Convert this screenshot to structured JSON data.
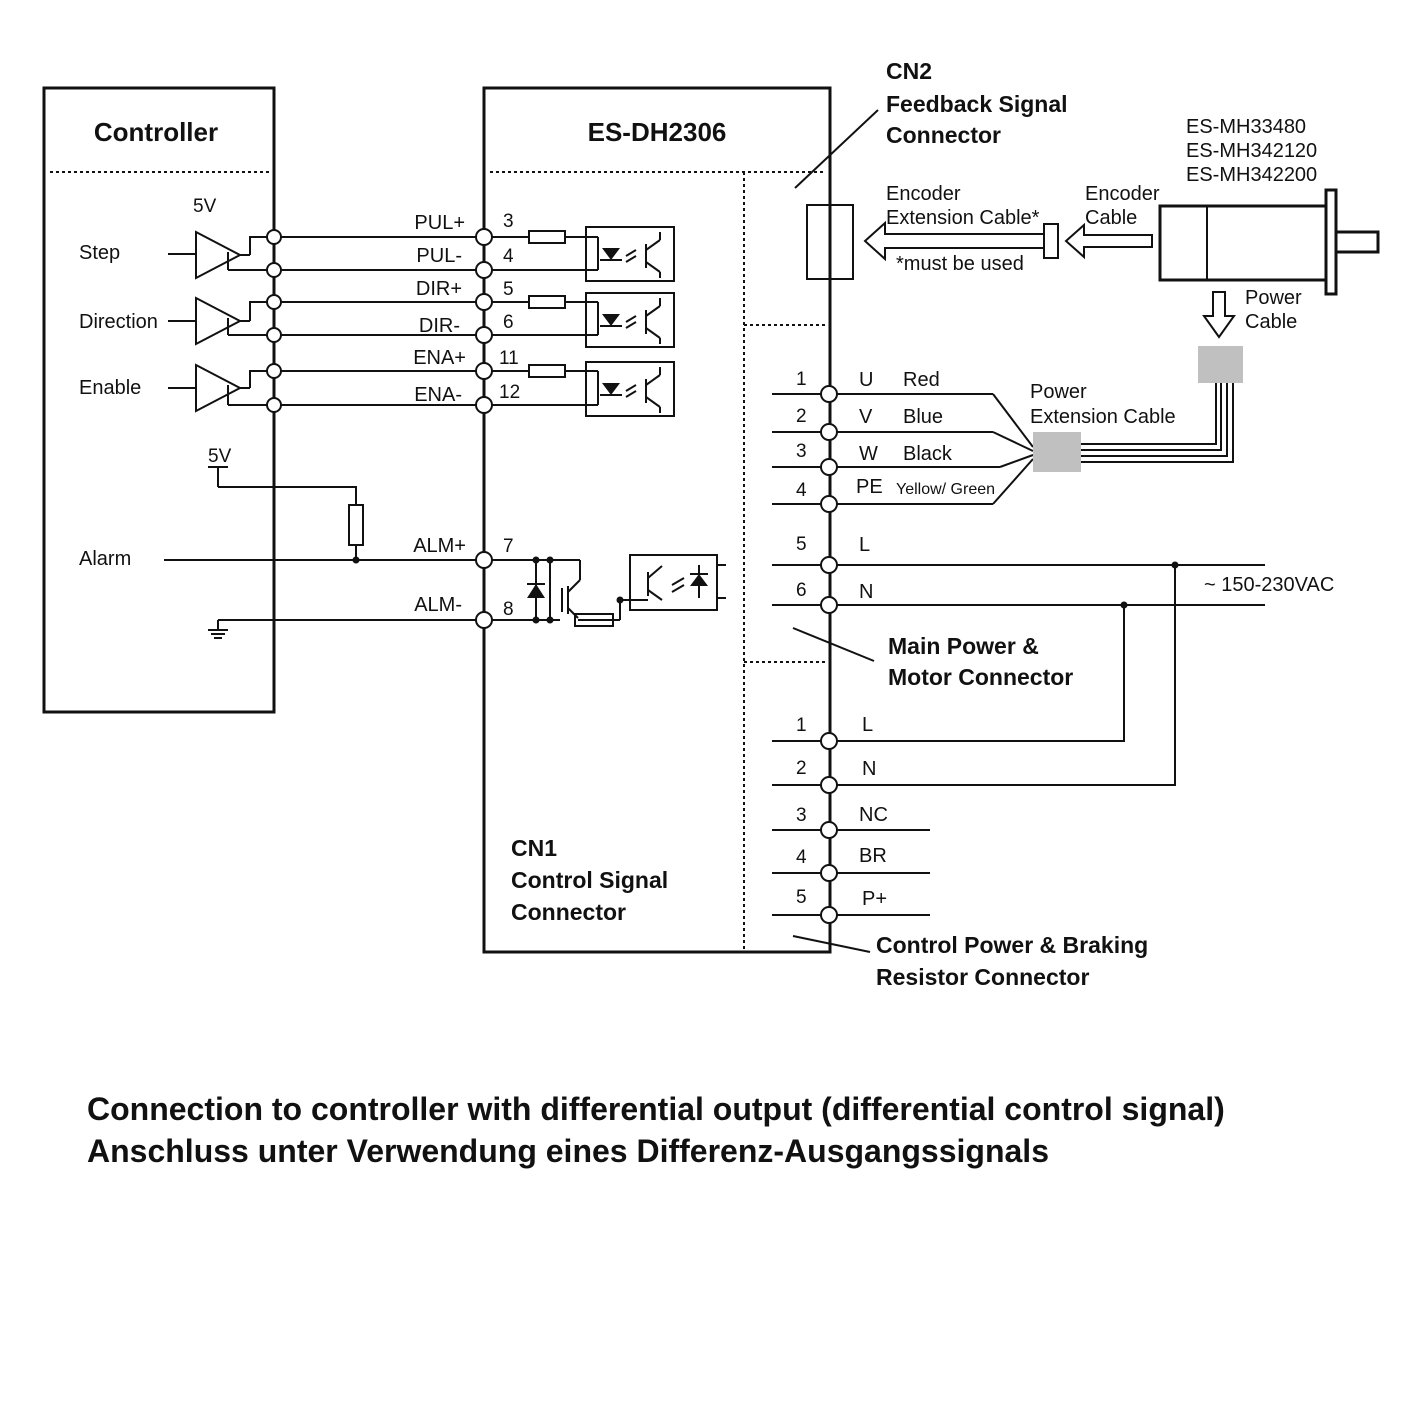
{
  "controller": {
    "title": "Controller",
    "supply": "5V",
    "step": "Step",
    "direction": "Direction",
    "enable": "Enable",
    "alarm_supply": "5V",
    "alarm": "Alarm"
  },
  "driver": {
    "title": "ES-DH2306",
    "cn1": {
      "title": "CN1",
      "name_line1": "Control Signal",
      "name_line2": "Connector",
      "signals": [
        "PUL+",
        "PUL-",
        "DIR+",
        "DIR-",
        "ENA+",
        "ENA-",
        "ALM+",
        "ALM-"
      ],
      "pins": [
        "3",
        "4",
        "5",
        "6",
        "11",
        "12",
        "7",
        "8"
      ]
    }
  },
  "cn2": {
    "title": "CN2",
    "name_line1": "Feedback Signal",
    "name_line2": "Connector",
    "ext_line1": "Encoder",
    "ext_line2": "Extension Cable*",
    "enc_line1": "Encoder",
    "enc_line2": "Cable",
    "note": "*must be used"
  },
  "motor": {
    "models": [
      "ES-MH33480",
      "ES-MH342120",
      "ES-MH342200"
    ],
    "power_line1": "Power",
    "power_line2": "Cable"
  },
  "main_power": {
    "pins": [
      {
        "num": "1",
        "sig": "U",
        "color": "Red"
      },
      {
        "num": "2",
        "sig": "V",
        "color": "Blue"
      },
      {
        "num": "3",
        "sig": "W",
        "color": "Black"
      },
      {
        "num": "4",
        "sig": "PE",
        "color": "Yellow/ Green"
      },
      {
        "num": "5",
        "sig": "L",
        "color": ""
      },
      {
        "num": "6",
        "sig": "N",
        "color": ""
      }
    ],
    "ext_line1": "Power",
    "ext_line2": "Extension Cable",
    "voltage": "~ 150-230VAC",
    "name_line1": "Main Power &",
    "name_line2": "Motor Connector"
  },
  "control_power": {
    "pins": [
      {
        "num": "1",
        "sig": "L"
      },
      {
        "num": "2",
        "sig": "N"
      },
      {
        "num": "3",
        "sig": "NC"
      },
      {
        "num": "4",
        "sig": "BR"
      },
      {
        "num": "5",
        "sig": "P+"
      }
    ],
    "name_line1": "Control Power & Braking",
    "name_line2": "Resistor Connector"
  },
  "caption": {
    "line1": "Connection to controller with differential output (differential control signal)",
    "line2": "Anschluss unter Verwendung eines Differenz-Ausgangssignals"
  }
}
